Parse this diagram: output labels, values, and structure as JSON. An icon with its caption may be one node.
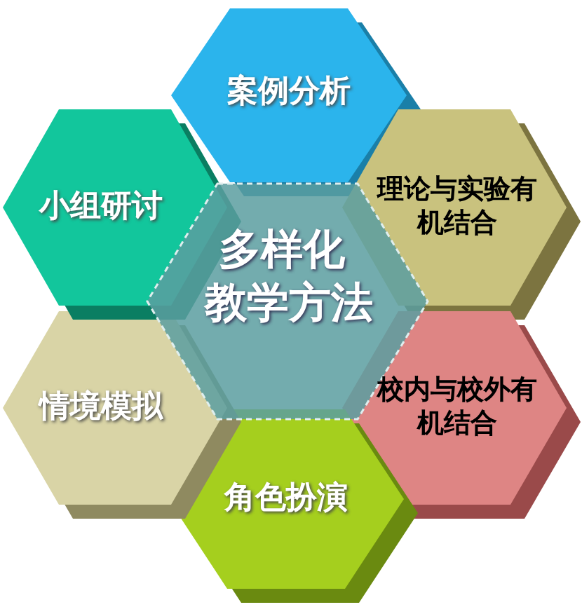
{
  "diagram": {
    "nodes": [
      {
        "text": [
          "多样化教学方法"
        ]
      },
      {
        "text": [
          "案例分析"
        ]
      },
      {
        "text": [
          "理论与实验有机结合"
        ]
      },
      {
        "text": [
          "校内与校外有机结合"
        ]
      },
      {
        "text": [
          "角色扮演"
        ]
      },
      {
        "text": [
          "情境模拟"
        ]
      },
      {
        "text": [
          "小组研讨"
        ]
      }
    ]
  }
}
